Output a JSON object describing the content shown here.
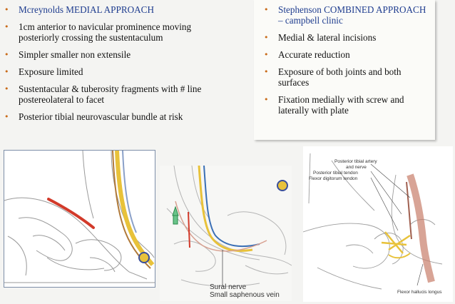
{
  "left_column": {
    "title": "Mcreynolds MEDIAL APPROACH",
    "items": [
      "1cm anterior to navicular prominence moving posteriorly crossing the sustentaculum",
      "Simpler smaller non extensile",
      "Exposure limited",
      "Sustentacular & tuberosity fragments with # line postereolateral to facet",
      "Posterior tibial neurovascular bundle at risk"
    ]
  },
  "right_column": {
    "title": "Stephenson COMBINED APPROACH – campbell clinic",
    "items": [
      "Medial & lateral incisions",
      "Accurate reduction",
      "Exposure of both joints and both surfaces",
      "Fixation medially with screw and laterally with plate"
    ]
  },
  "bullet_glyph": "•",
  "colors": {
    "bullet": "#c96b1a",
    "heading_blue": "#1f3d8f",
    "incision_red": "#d23a2a",
    "nerve_yellow": "#e8c23a",
    "vessel_blue": "#3a6fb5"
  },
  "figure_lateral": {
    "labels": [
      "Sural nerve",
      "Small saphenous vein"
    ]
  },
  "figure_medial": {
    "labels": [
      "Posterior tibial artery",
      "and nerve",
      "Posterior tibial tendon",
      "Flexor digitorum tendon",
      "Flexor hallucis longus"
    ]
  }
}
